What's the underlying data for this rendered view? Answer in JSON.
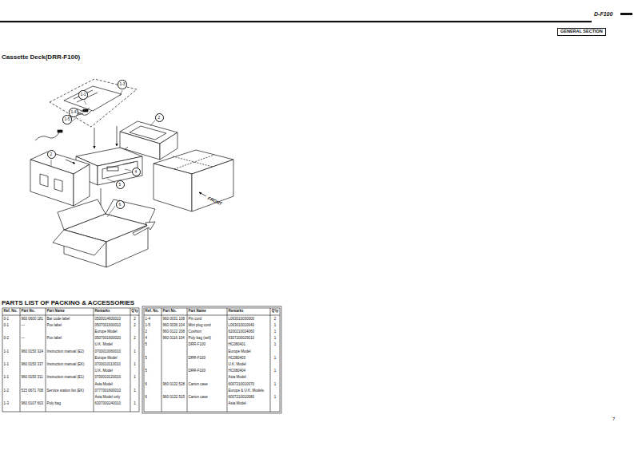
{
  "diagram": {
    "title": "Cassette Deck(DRR-F100)",
    "nodes": [
      {
        "text": [
          "GENERAL SECTION"
        ]
      },
      {
        "text": [
          "1-1"
        ]
      },
      {
        "text": [
          "1-3"
        ]
      },
      {
        "text": [
          "1-4"
        ]
      },
      {
        "text": [
          "1-5"
        ]
      },
      {
        "text": [
          "2"
        ]
      },
      {
        "text": [
          "2"
        ]
      },
      {
        "text": [
          "4"
        ]
      },
      {
        "text": [
          "5"
        ]
      },
      {
        "text": [
          "6"
        ]
      }
    ],
    "labels": [
      "D-F100",
      "PARTS LIST OF PACKING & ACCESSORIES",
      "FRONT",
      "7",
      "Ref. No.",
      "Part No.",
      "Part Name",
      "Remarks",
      "Q'ty",
      "Ref. No.",
      "Part No.",
      "Part Name",
      "Remarks",
      "Q'ty",
      "0-1",
      "960 0600 181",
      "Bar code label",
      "0500014600010",
      "2",
      "0-1",
      "—",
      "Pos label",
      "0507001600010",
      "2",
      "Europe Model",
      "0-2",
      "—",
      "Pos label",
      "0507001600020",
      "2",
      "U.K. Model",
      "1-1",
      "960 0150 324",
      "Instruction manual (E2)",
      "0700010060010",
      "1",
      "Europe Model",
      "1-1",
      "960 0150 337",
      "Instruction manual (EK)",
      "0700010110010",
      "1",
      "U.K. Model",
      "1-1",
      "960 0150 311",
      "Instruction manual (E1)",
      "0700010120010",
      "1",
      "Asia Model",
      "1-2",
      "515 0671 708",
      "Service station list (EK)",
      "0777001600010",
      "1",
      "Asia Model only",
      "1-3",
      "960 0107 603",
      "Poly bag",
      "6307000240010",
      "1",
      "1-4",
      "960 0031 108",
      "Pin cord",
      "L063010030000",
      "2",
      "1-5",
      "960 0036 104",
      "Mini plug cord",
      "L063010010040",
      "1",
      "2",
      "960 0122 208",
      "Cushion",
      "6200210024060",
      "1",
      "4",
      "960 0116 104",
      "Poly bag (sell)",
      "6307200029010",
      "1",
      "5",
      "DRR-F100",
      "HC080401",
      "1",
      "Europe Model",
      "5",
      "DRR-F100",
      "HC080403",
      "1",
      "U.K. Model",
      "5",
      "DRR-F100",
      "HC080404",
      "1",
      "Asia Model",
      "6",
      "960 0132 528",
      "Carton case",
      "6007210010070",
      "1",
      "Europe & U.K. Models",
      "6",
      "960 0132 515",
      "Carton case",
      "6007210010080",
      "1",
      "Asia Model"
    ]
  }
}
